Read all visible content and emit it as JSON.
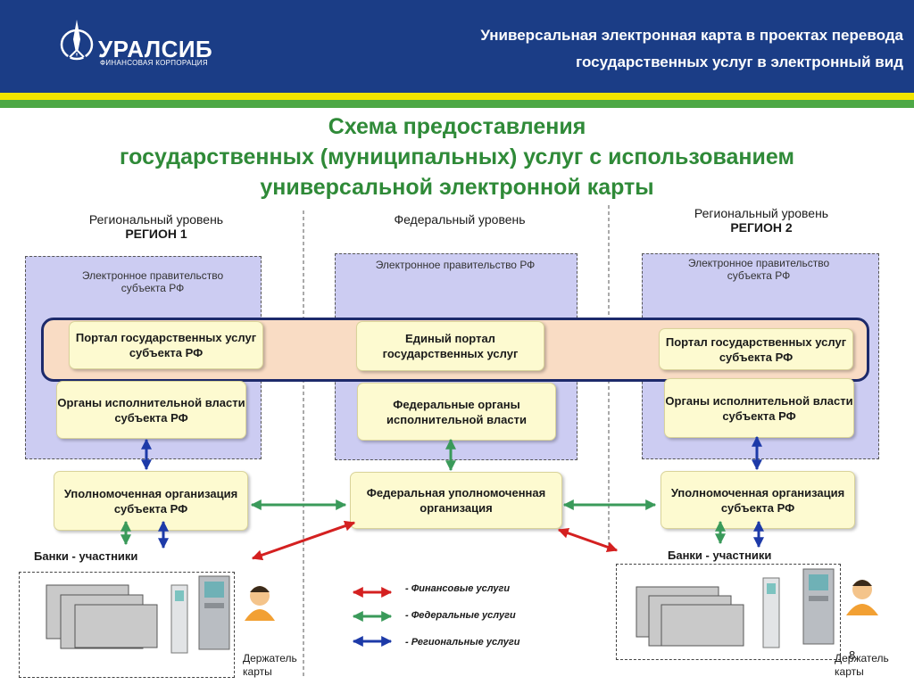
{
  "header": {
    "logo_name": "УРАЛСИБ",
    "logo_sub": "ФИНАНСОВАЯ КОРПОРАЦИЯ",
    "title_line1": "Универсальная электронная карта в проектах перевода",
    "title_line2": "государственных услуг в электронный вид"
  },
  "title": {
    "line1": "Схема предоставления",
    "line2": "государственных (муниципальных) услуг с использованием",
    "line3": "универсальной электронной карты"
  },
  "columns": {
    "left": {
      "level": "Региональный уровень",
      "region": "РЕГИОН 1",
      "gov": "Электронное правительство субъекта РФ",
      "portal": "Портал государственных услуг субъекта РФ",
      "organs": "Органы исполнительной власти субъекта РФ",
      "org": "Уполномоченная организация субъекта РФ",
      "banks": "Банки - участники",
      "holder": "Держатель карты"
    },
    "center": {
      "level": "Федеральный уровень",
      "gov": "Электронное правительство РФ",
      "portal": "Единый портал государственных услуг",
      "organs": "Федеральные органы исполнительной власти",
      "org": "Федеральная уполномоченная организация"
    },
    "right": {
      "level": "Региональный уровень",
      "region": "РЕГИОН 2",
      "gov": "Электронное правительство субъекта РФ",
      "portal": "Портал государственных услуг субъекта РФ",
      "organs": "Органы исполнительной власти субъекта РФ",
      "org": "Уполномоченная организация субъекта РФ",
      "banks": "Банки - участники",
      "holder": "Держатель карты"
    }
  },
  "legend": {
    "financial": "- Финансовые услуги",
    "federal": "- Федеральные услуги",
    "regional": "- Региональные услуги"
  },
  "page_number": "8",
  "colors": {
    "header_bg": "#1b3d86",
    "yellow_stripe": "#f2e400",
    "green_stripe": "#4da845",
    "title_green": "#2f8a38",
    "financial_arrow": "#d42020",
    "federal_arrow": "#3a9a5a",
    "regional_arrow": "#1d3aa8"
  }
}
